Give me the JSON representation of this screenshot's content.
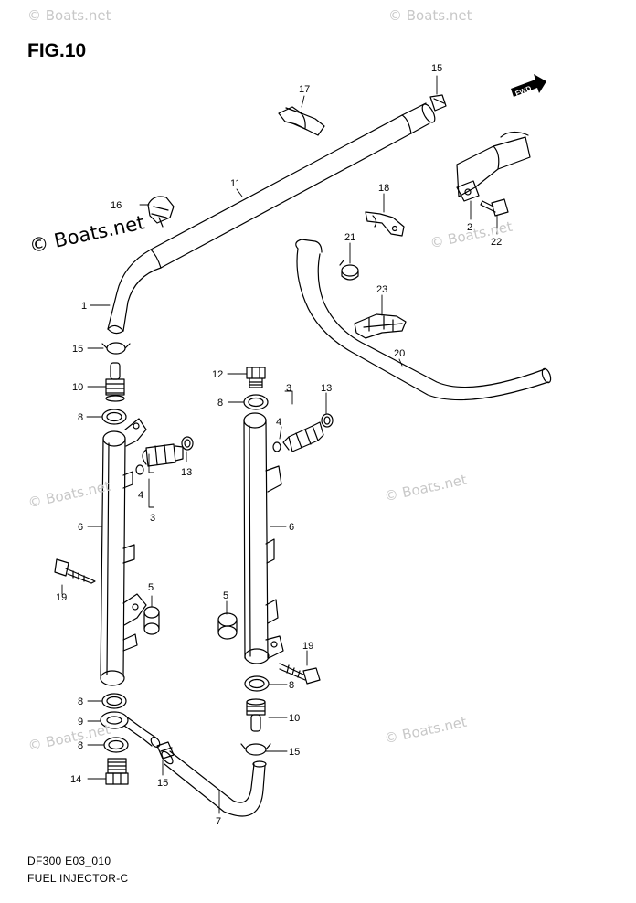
{
  "figure": {
    "title": "FIG.10"
  },
  "footer": {
    "code": "DF300 E03_010",
    "name": "FUEL INJECTOR-C"
  },
  "watermark": {
    "text": "© Boats.net"
  },
  "fwd": {
    "text": "FWD"
  },
  "labels": {
    "p1": "1",
    "p2": "2",
    "p3a": "3",
    "p3b": "3",
    "p4a": "4",
    "p4b": "4",
    "p5a": "5",
    "p5b": "5",
    "p6a": "6",
    "p6b": "6",
    "p7": "7",
    "p8a": "8",
    "p8b": "8",
    "p8c": "8",
    "p8d": "8",
    "p8e": "8",
    "p9": "9",
    "p10a": "10",
    "p10b": "10",
    "p11": "11",
    "p12": "12",
    "p13a": "13",
    "p13b": "13",
    "p14": "14",
    "p15a": "15",
    "p15b": "15",
    "p15c": "15",
    "p15d": "15",
    "p16": "16",
    "p17": "17",
    "p18": "18",
    "p19a": "19",
    "p19b": "19",
    "p20": "20",
    "p21": "21",
    "p22": "22",
    "p23": "23"
  }
}
